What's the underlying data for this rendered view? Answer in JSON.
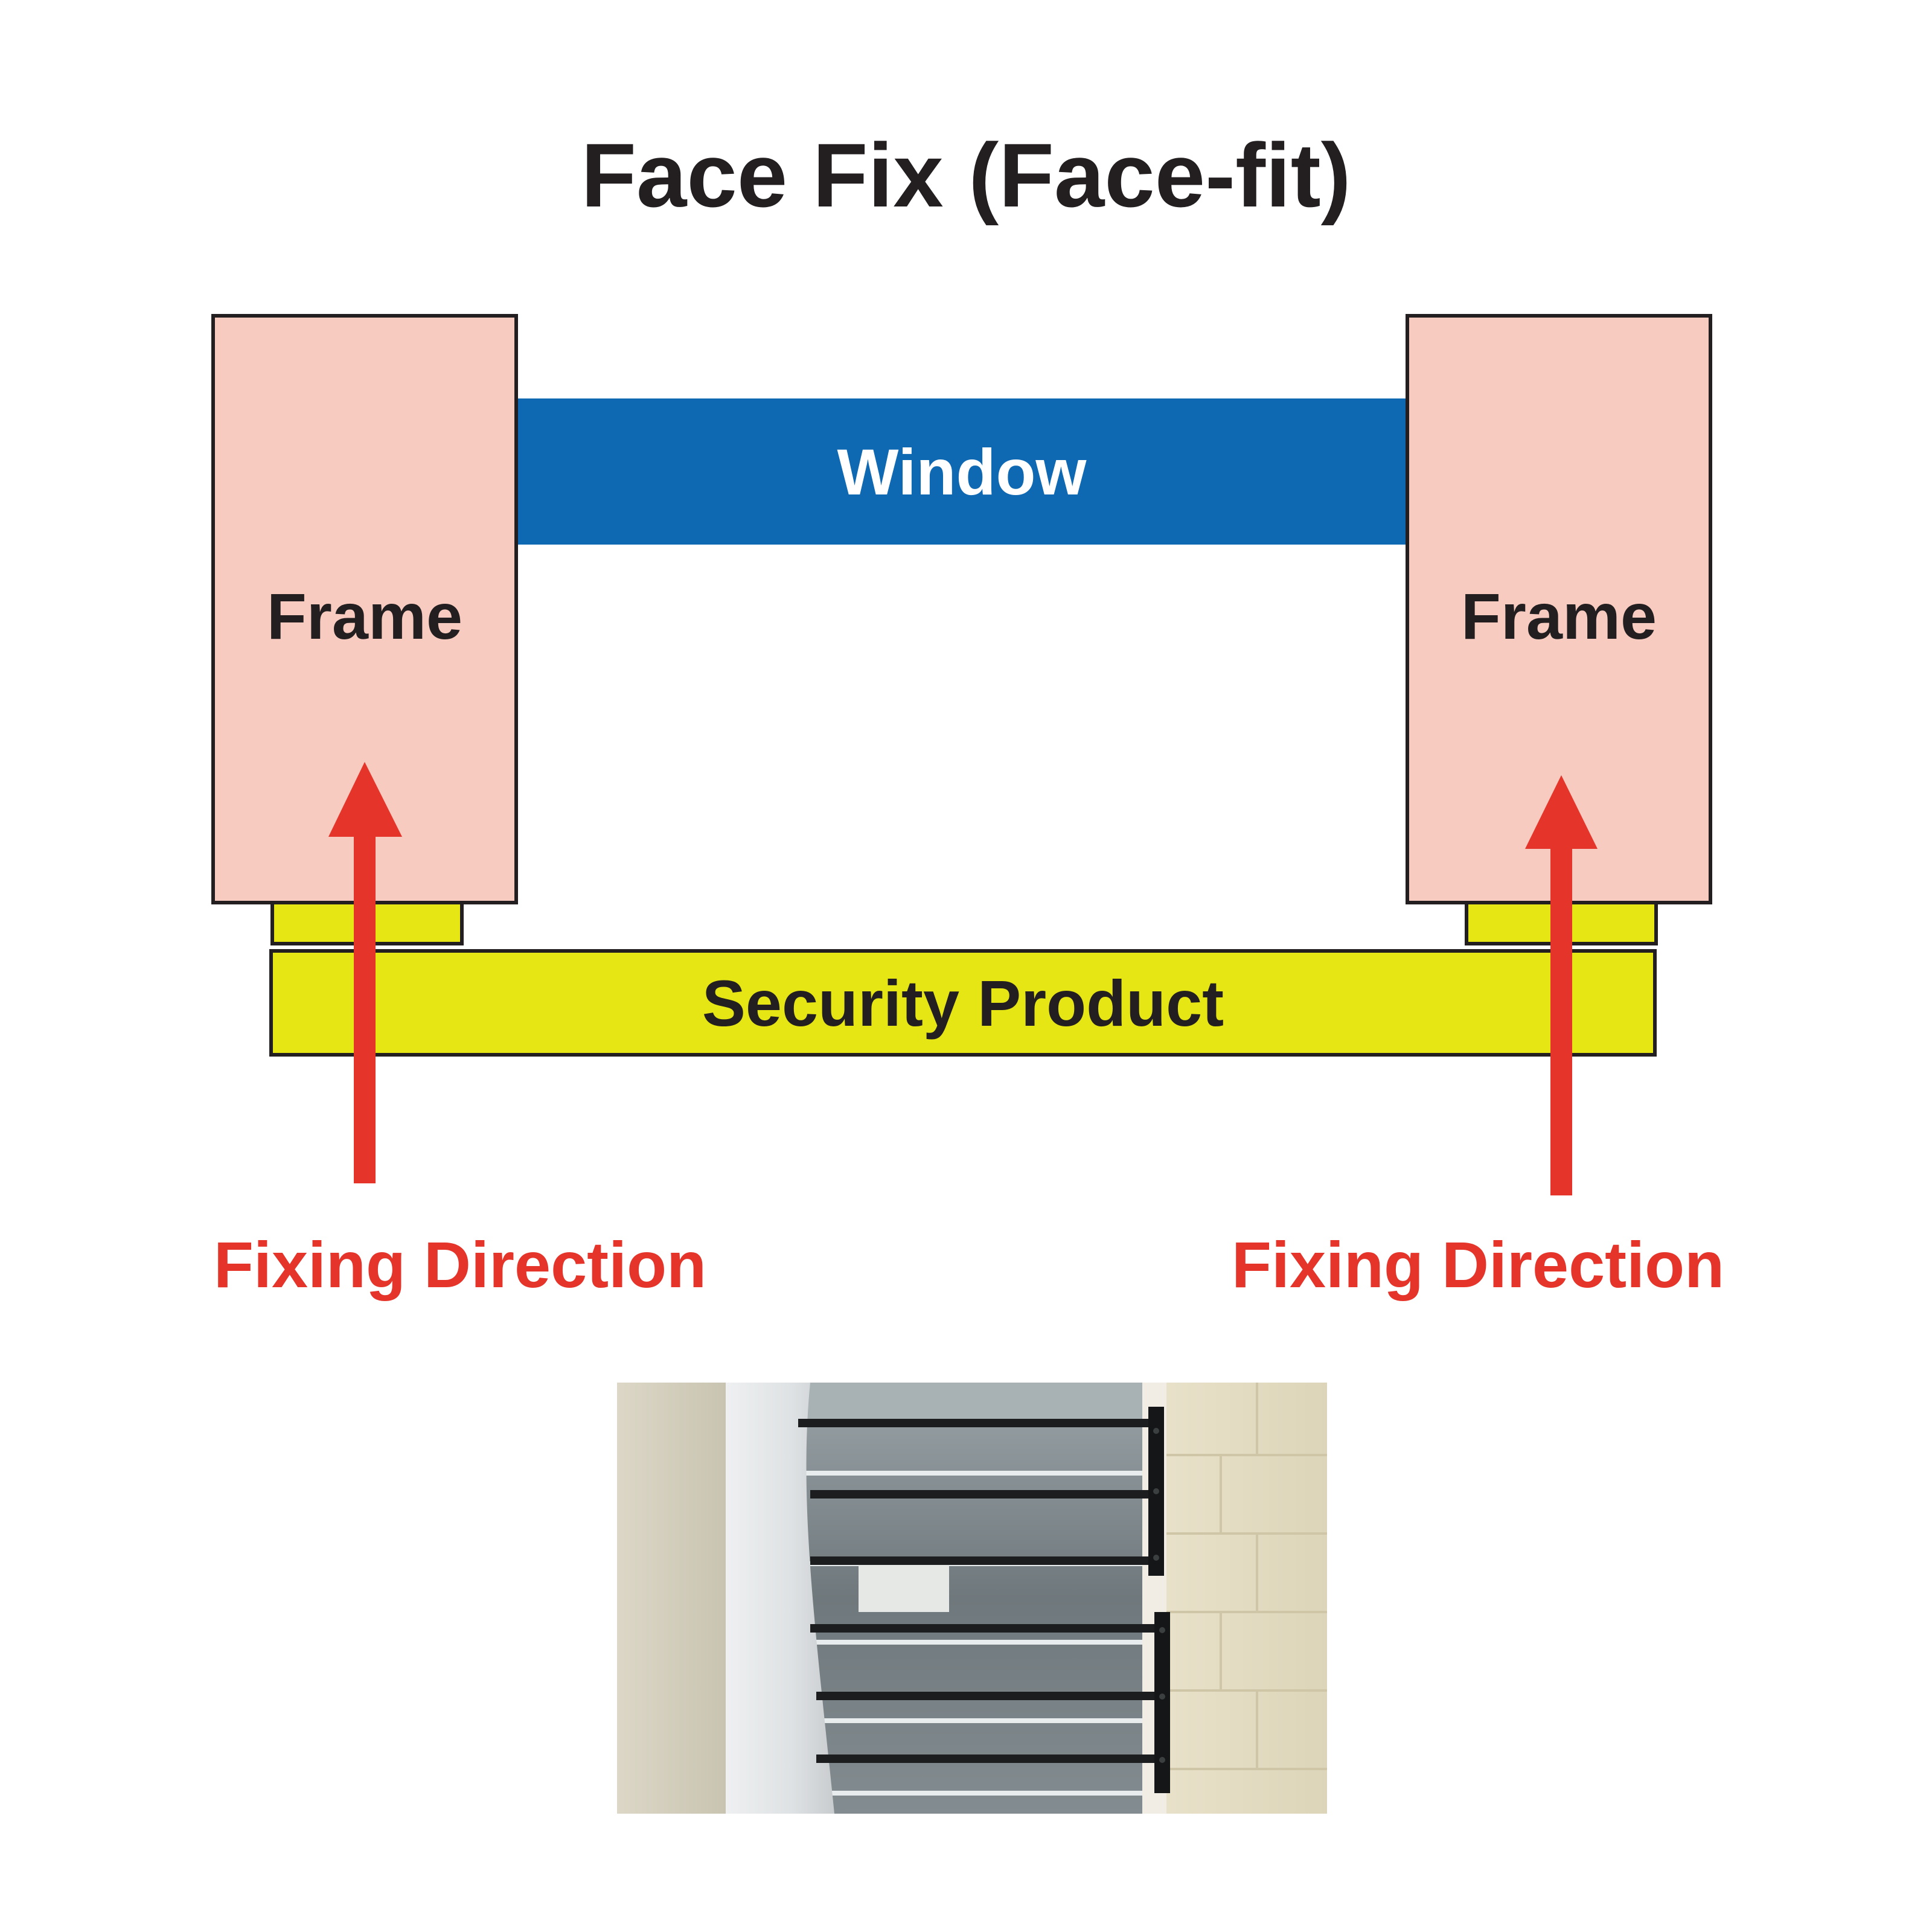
{
  "title": "Face Fix (Face-fit)",
  "diagram": {
    "frame_left_label": "Frame",
    "frame_right_label": "Frame",
    "window_label": "Window",
    "security_label": "Security Product",
    "fixing_left_label": "Fixing Direction",
    "fixing_right_label": "Fixing Direction"
  },
  "colors": {
    "frame_fill": "#f8cbc0",
    "outline": "#231f20",
    "window_fill": "#0f68b2",
    "window_text": "#ffffff",
    "security_fill": "#e5e613",
    "arrow": "#e5342a",
    "text_dark": "#231f20"
  },
  "photo": {
    "description_icon": "window-security-bars-photo"
  }
}
